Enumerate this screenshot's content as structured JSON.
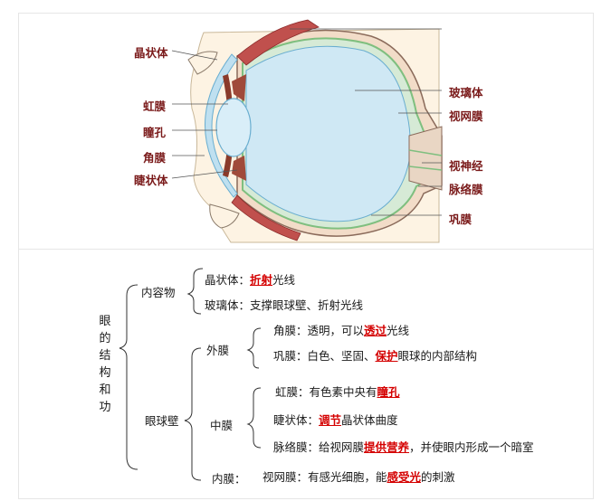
{
  "eye_labels": {
    "lens": "晶状体",
    "iris": "虹膜",
    "pupil": "瞳孔",
    "cornea": "角膜",
    "ciliary": "睫状体",
    "vitreous": "玻璃体",
    "retina": "视网膜",
    "optic_nerve": "视神经",
    "choroid": "脉络膜",
    "sclera": "巩膜"
  },
  "colors": {
    "label_text": "#7a1a1a",
    "highlight": "#d40000",
    "vitreous_fill": "#cfe8f4",
    "sclera_fill": "#f2dcc8",
    "muscle": "#c0504d",
    "retina_line": "#7fbf7f",
    "eyelid_fill": "#fdf3e3"
  },
  "outline": {
    "title": "眼的结构和功",
    "content": {
      "label": "内容物",
      "lens": {
        "pre": "晶状体：",
        "hl": "折射",
        "post": "光线"
      },
      "vitreous": {
        "text": "玻璃体：支撑眼球壁、折射光线"
      }
    },
    "wall": {
      "label": "眼球壁",
      "outer": {
        "label": "外膜",
        "cornea": {
          "pre": "角膜：透明，可以",
          "hl": "透过",
          "post": "光线"
        },
        "sclera": {
          "pre": "巩膜：白色、坚固、",
          "hl": "保护",
          "post": "眼球的内部结构"
        }
      },
      "middle": {
        "label": "中膜",
        "iris": {
          "pre": "虹膜：有色素中央有",
          "hl": "瞳孔",
          "post": ""
        },
        "ciliary": {
          "pre": "睫状体：",
          "hl": "调节",
          "post": "晶状体曲度"
        },
        "choroid": {
          "pre": "脉络膜：给视网膜",
          "hl": "提供营养",
          "post": "，并使眼内形成一个暗室"
        }
      },
      "inner": {
        "label": "内膜：",
        "retina": {
          "pre": "视网膜：有感光细胞，能",
          "hl": "感受光",
          "post": "的刺激"
        }
      }
    }
  }
}
